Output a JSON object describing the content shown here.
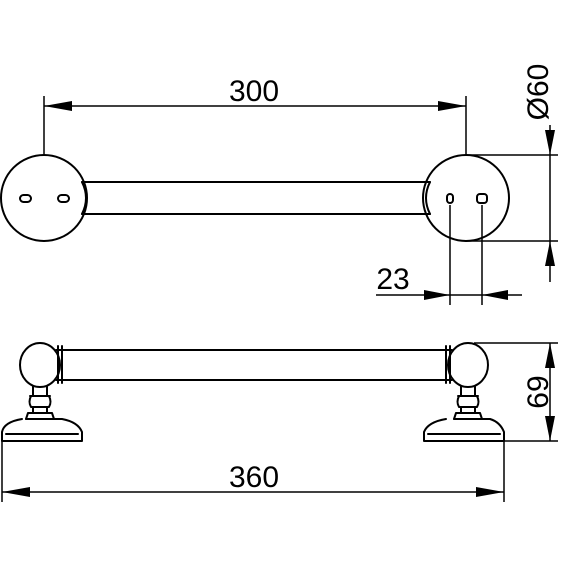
{
  "dimensions": {
    "top_width": "300",
    "diameter": "Ø60",
    "hole_spacing": "23",
    "height": "69",
    "overall_width": "360"
  }
}
